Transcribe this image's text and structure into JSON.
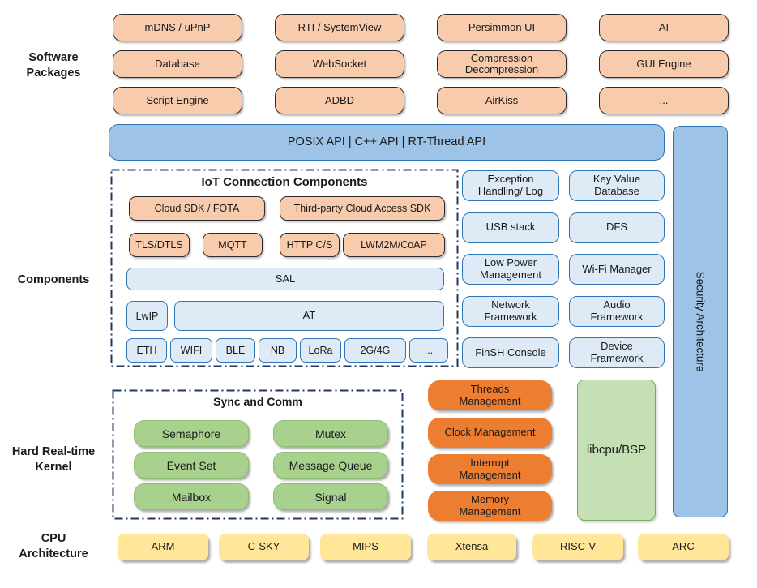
{
  "colors": {
    "light_orange_fill": "#F8CBAD",
    "dark_box_border": "#2B2B2B",
    "blue_bar_fill": "#9DC3E6",
    "blue_border": "#2E75B6",
    "light_blue_fill": "#DEEBF7",
    "green_fill": "#A9D18E",
    "management_orange": "#ED7D31",
    "libcpu_green": "#C5E0B4",
    "cpu_yellow": "#FFE699",
    "dashed_border_navy": "#1F3864"
  },
  "side_labels": {
    "software": "Software\nPackages",
    "components": "Components",
    "kernel": "Hard Real-time\nKernel",
    "cpu": "CPU\nArchitecture"
  },
  "software_packages": {
    "items": [
      "mDNS / uPnP",
      "RTI / SystemView",
      "Persimmon UI",
      "AI",
      "Database",
      "WebSocket",
      "Compression\nDecompression",
      "GUI Engine",
      "Script Engine",
      "ADBD",
      "AirKiss",
      "..."
    ]
  },
  "api_bar": {
    "label": "POSIX API | C++ API | RT-Thread API"
  },
  "security_bar": {
    "label": "Security Architecture"
  },
  "iot": {
    "title": "IoT Connection Components",
    "cloud_row": [
      "Cloud SDK / FOTA",
      "Third-party Cloud Access SDK"
    ],
    "protocol_row": [
      "TLS/DTLS",
      "MQTT",
      "HTTP C/S",
      "LWM2M/CoAP"
    ],
    "sal": "SAL",
    "lwip": "LwIP",
    "at": "AT",
    "link_row": [
      "ETH",
      "WIFI",
      "BLE",
      "NB",
      "LoRa",
      "2G/4G",
      "..."
    ]
  },
  "component_boxes": [
    "Exception\nHandling/ Log",
    "Key Value\nDatabase",
    "USB stack",
    "DFS",
    "Low Power\nManagement",
    "Wi-Fi Manager",
    "Network\nFramework",
    "Audio\nFramework",
    "FinSH Console",
    "Device\nFramework"
  ],
  "kernel": {
    "sync_title": "Sync and Comm",
    "sync_items": [
      "Semaphore",
      "Mutex",
      "Event Set",
      "Message Queue",
      "Mailbox",
      "Signal"
    ],
    "management": [
      "Threads\nManagement",
      "Clock Management",
      "Interrupt\nManagement",
      "Memory\nManagement"
    ],
    "libcpu": "libcpu/BSP"
  },
  "cpu_row": [
    "ARM",
    "C-SKY",
    "MIPS",
    "Xtensa",
    "RISC-V",
    "ARC"
  ]
}
